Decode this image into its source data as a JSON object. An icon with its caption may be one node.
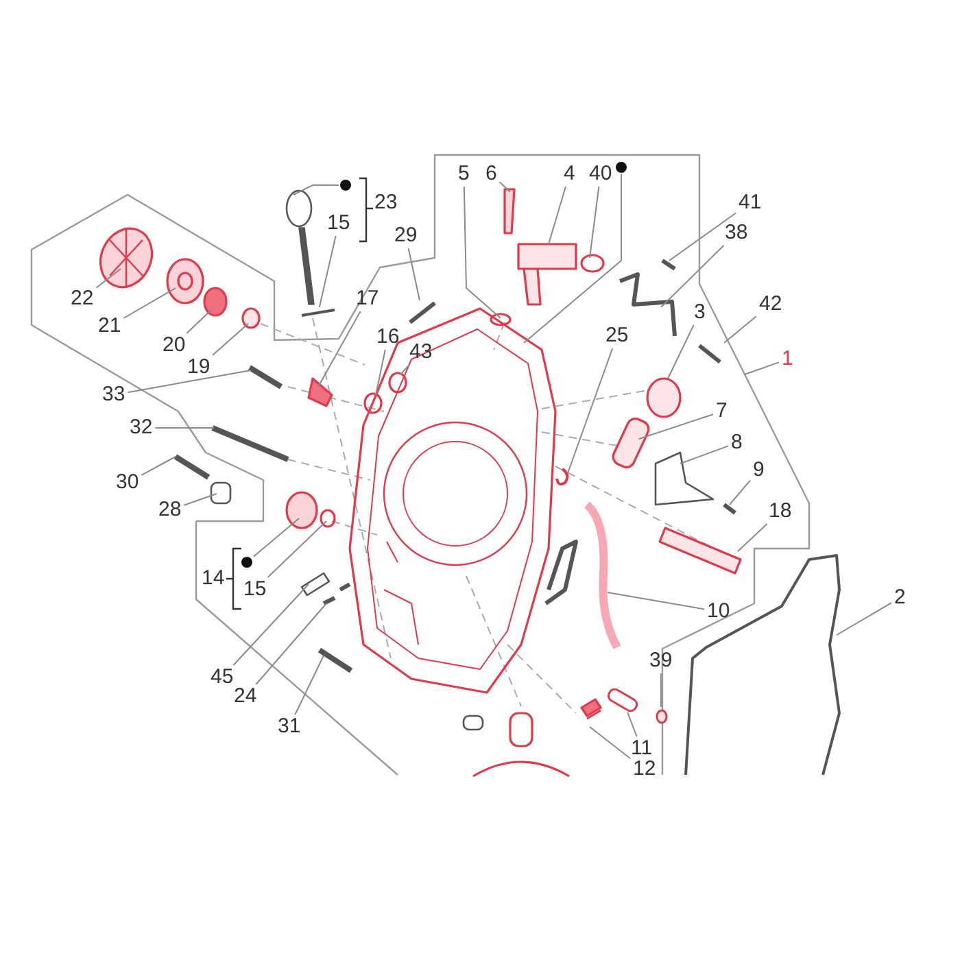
{
  "diagram": {
    "nodes": [
      {
        "text": [
          "5"
        ]
      },
      {
        "text": [
          "6"
        ]
      },
      {
        "text": [
          "4"
        ]
      },
      {
        "text": [
          "40"
        ]
      },
      {
        "text": [],
        "shape": "circle"
      },
      {
        "text": [],
        "shape": "circle"
      },
      {
        "text": [
          "41"
        ]
      },
      {
        "text": [
          "15"
        ]
      },
      {
        "text": [
          "38"
        ]
      },
      {
        "text": [
          "29"
        ]
      },
      {
        "text": [
          "22"
        ]
      },
      {
        "text": [
          "17"
        ]
      },
      {
        "text": [
          "42"
        ]
      },
      {
        "text": [
          "3"
        ]
      },
      {
        "text": [
          "21"
        ]
      },
      {
        "text": [
          "16"
        ]
      },
      {
        "text": [
          "25"
        ]
      },
      {
        "text": [
          "20"
        ]
      },
      {
        "text": [
          "43"
        ]
      },
      {
        "text": [
          "19"
        ]
      },
      {
        "text": [
          "1"
        ]
      },
      {
        "text": [
          "33"
        ]
      },
      {
        "text": [
          "7"
        ]
      },
      {
        "text": [
          "32"
        ]
      },
      {
        "text": [
          "8"
        ]
      },
      {
        "text": [
          "9"
        ]
      },
      {
        "text": [
          "30"
        ]
      },
      {
        "text": [
          "28"
        ]
      },
      {
        "text": [
          "18"
        ]
      },
      {
        "text": [],
        "shape": "circle"
      },
      {
        "text": [
          "15"
        ]
      },
      {
        "text": [
          "2"
        ]
      },
      {
        "text": [
          "10"
        ]
      },
      {
        "text": [
          "39"
        ]
      },
      {
        "text": [
          "45"
        ]
      },
      {
        "text": [
          "24"
        ]
      },
      {
        "text": [
          "31"
        ]
      },
      {
        "text": [
          "11"
        ]
      },
      {
        "text": [
          "12"
        ]
      },
      {
        "text": [],
        "shape": "bar"
      },
      {
        "text": [],
        "shape": "bar"
      },
      {
        "text": [],
        "shape": "circle"
      },
      {
        "text": [],
        "shape": "cylinder"
      }
    ],
    "edges": [
      {
        "from": 0,
        "to": null,
        "arrow": "none"
      },
      {
        "from": 1,
        "to": null,
        "arrow": "none"
      },
      {
        "from": 2,
        "to": null,
        "arrow": "none"
      },
      {
        "from": 3,
        "to": null,
        "arrow": "none"
      },
      {
        "from": 4,
        "to": null,
        "arrow": "none"
      },
      {
        "from": 5,
        "to": null,
        "arrow": "none"
      },
      {
        "from": 6,
        "to": null,
        "arrow": "none"
      },
      {
        "from": 7,
        "to": 39,
        "arrow": "none"
      },
      {
        "from": 8,
        "to": null,
        "arrow": "none"
      },
      {
        "from": 9,
        "to": 40,
        "arrow": "none"
      },
      {
        "from": 10,
        "to": null,
        "arrow": "none"
      },
      {
        "from": 11,
        "to": null,
        "arrow": "none"
      },
      {
        "from": 12,
        "to": null,
        "arrow": "none"
      },
      {
        "from": 13,
        "to": null,
        "arrow": "none"
      },
      {
        "from": 14,
        "to": null,
        "arrow": "none"
      },
      {
        "from": 15,
        "to": null,
        "arrow": "none"
      },
      {
        "from": 16,
        "to": null,
        "arrow": "none"
      },
      {
        "from": 17,
        "to": null,
        "arrow": "none"
      },
      {
        "from": 18,
        "to": null,
        "arrow": "none"
      },
      {
        "from": 19,
        "to": null,
        "arrow": "none"
      },
      {
        "from": 20,
        "to": null,
        "arrow": "none"
      },
      {
        "from": 21,
        "to": null,
        "arrow": "none"
      },
      {
        "from": 22,
        "to": null,
        "arrow": "none"
      },
      {
        "from": 23,
        "to": null,
        "arrow": "none"
      },
      {
        "from": 24,
        "to": null,
        "arrow": "none"
      },
      {
        "from": 25,
        "to": null,
        "arrow": "none"
      },
      {
        "from": 26,
        "to": null,
        "arrow": "none"
      },
      {
        "from": 27,
        "to": null,
        "arrow": "none"
      },
      {
        "from": 28,
        "to": null,
        "arrow": "none"
      },
      {
        "from": 29,
        "to": null,
        "arrow": "none"
      },
      {
        "from": 30,
        "to": null,
        "arrow": "none"
      },
      {
        "from": 31,
        "to": null,
        "arrow": "none"
      },
      {
        "from": 32,
        "to": null,
        "arrow": "none"
      },
      {
        "from": 33,
        "to": 41,
        "arrow": "none"
      },
      {
        "from": 34,
        "to": null,
        "arrow": "none"
      },
      {
        "from": 35,
        "to": null,
        "arrow": "none"
      },
      {
        "from": 36,
        "to": null,
        "arrow": "none"
      },
      {
        "from": 37,
        "to": 42,
        "arrow": "none"
      },
      {
        "from": 38,
        "to": null,
        "arrow": "none"
      }
    ],
    "labels": [
      "23",
      "14"
    ]
  }
}
